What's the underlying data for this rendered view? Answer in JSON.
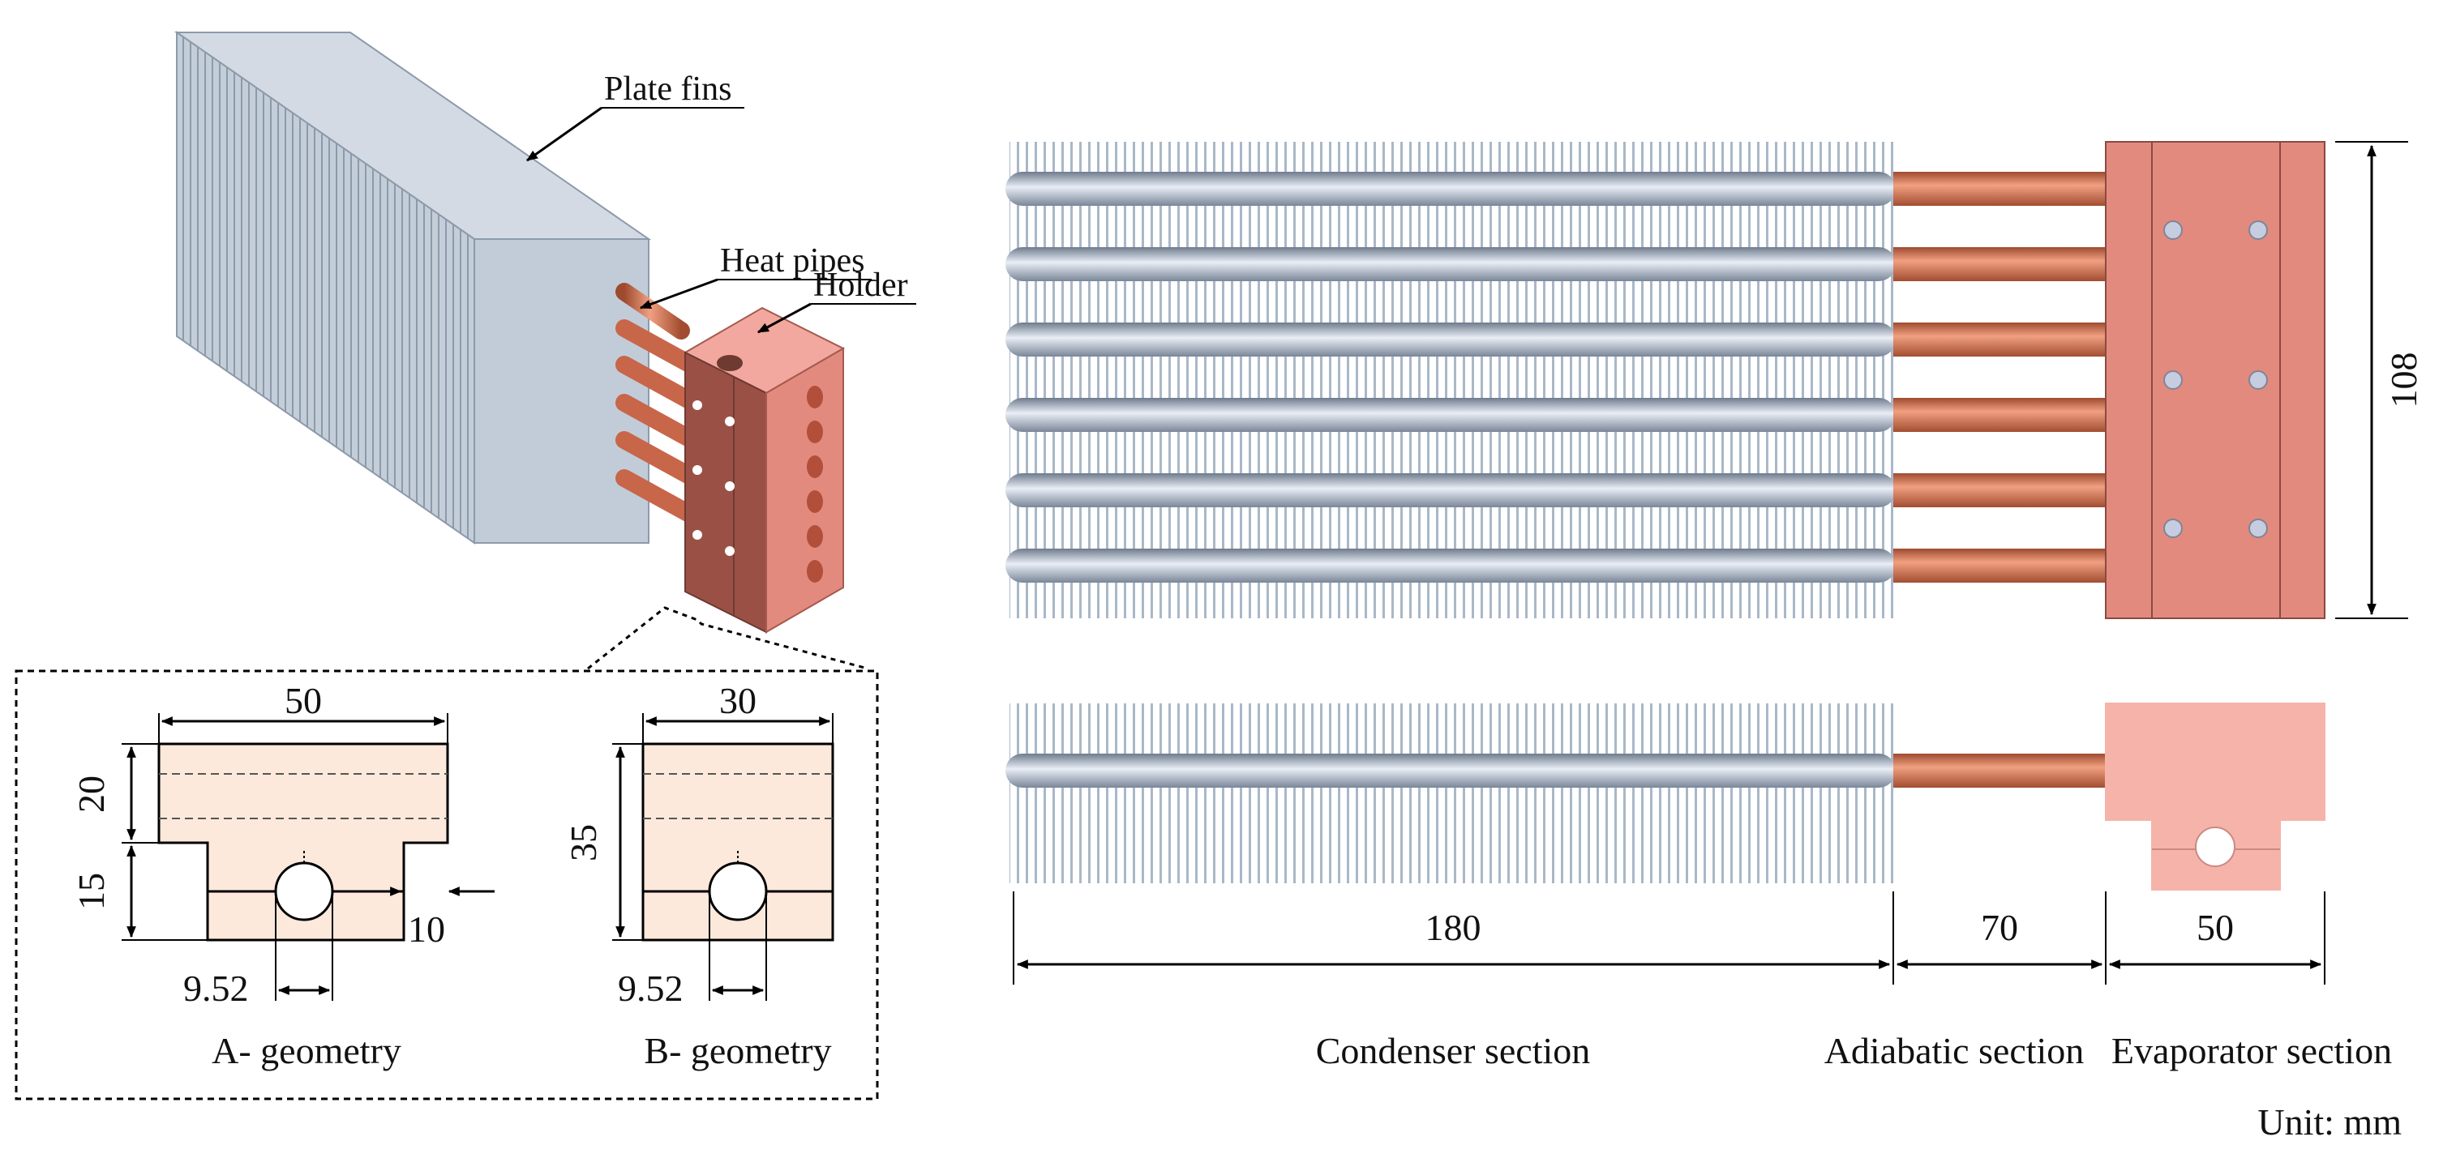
{
  "labels": {
    "plate_fins": "Plate fins",
    "heat_pipes": "Heat pipes",
    "holder": "Holder",
    "condenser": "Condenser section",
    "adiabatic": "Adiabatic section",
    "evaporator": "Evaporator section",
    "unit": "Unit: mm"
  },
  "inset": {
    "a_caption": "A- geometry",
    "b_caption": "B- geometry",
    "a_width": "50",
    "a_top": "20",
    "a_bottom": "15",
    "a_step": "10",
    "a_pipe": "9.52",
    "b_width": "30",
    "b_height": "35",
    "b_pipe": "9.52"
  },
  "dimensions": {
    "condenser_len": "180",
    "adiabatic_len": "70",
    "evaporator_len": "50",
    "height": "108"
  },
  "colors": {
    "fin": "#a9b8c8",
    "copper": "#c8664a",
    "holder": "#e38a7e",
    "holder_light": "#f6b3aa",
    "geometry_fill": "#fde9dc"
  }
}
